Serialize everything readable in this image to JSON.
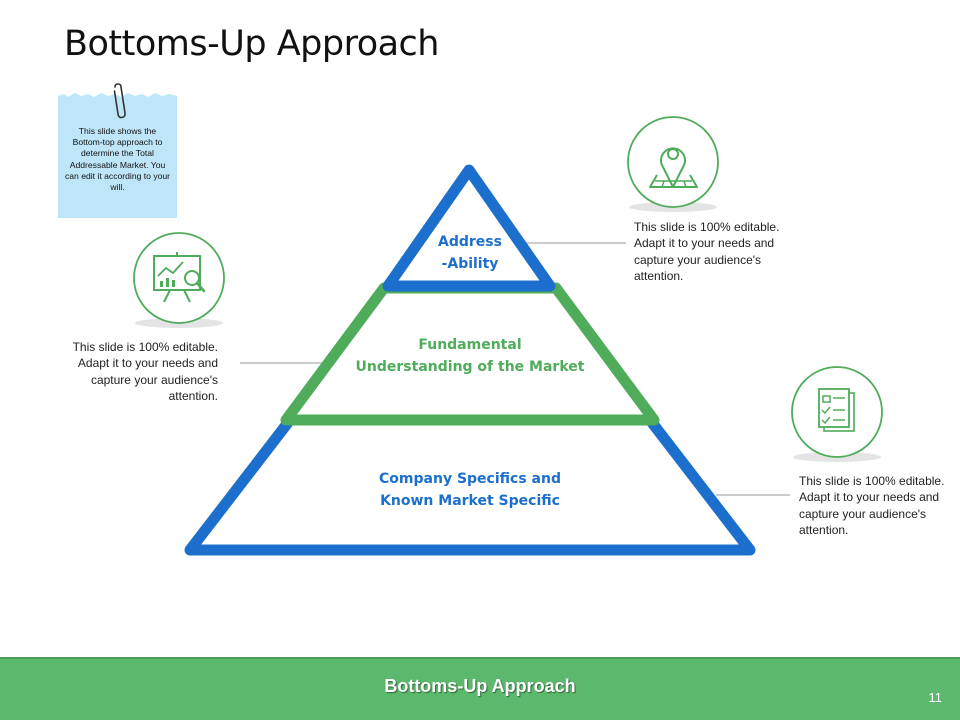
{
  "slide": {
    "title": "Bottoms-Up Approach",
    "note_text": "This slide shows the Bottom-top approach to determine the Total Addressable Market. You can edit it according to your will.",
    "footer_title": "Bottoms-Up Approach",
    "page_number": "11"
  },
  "pyramid": {
    "tiers": [
      {
        "line1": "Address",
        "line2": "-Ability",
        "color": "#1c6fcc"
      },
      {
        "line1": "Fundamental",
        "line2": "Understanding of the Market",
        "color": "#4fac5a"
      },
      {
        "line1": "Company Specifics and",
        "line2": "Known Market Specific",
        "color": "#1c6fcc"
      }
    ]
  },
  "callouts": [
    {
      "text": "This slide is 100% editable. Adapt it to your needs and capture your audience's attention.",
      "icon": "map-pin-icon"
    },
    {
      "text": "This slide is 100% editable. Adapt it to your needs and capture your audience's attention.",
      "icon": "presentation-chart-icon"
    },
    {
      "text": "This slide is 100% editable. Adapt it to your needs and capture your audience's attention.",
      "icon": "checklist-icon"
    }
  ],
  "colors": {
    "blue": "#1c6fcc",
    "green": "#4fac5a",
    "footer": "#5cb86c",
    "note": "#bfe6f8"
  }
}
